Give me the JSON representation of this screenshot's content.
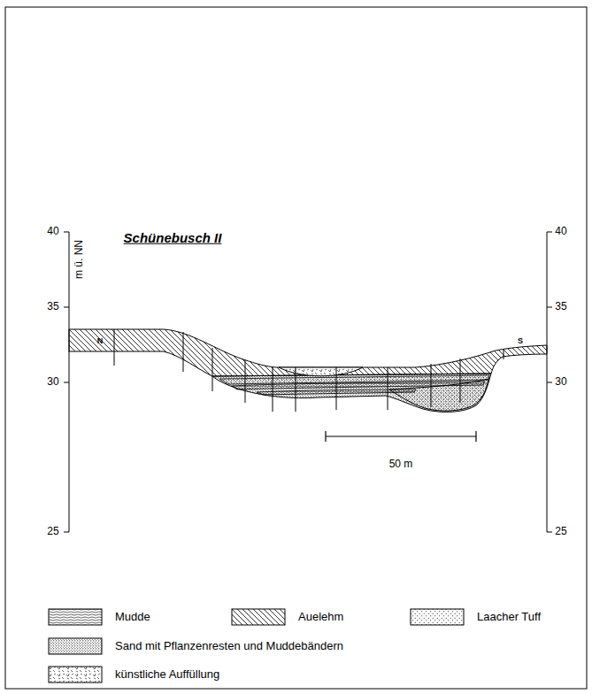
{
  "diagram": {
    "title": "Schünebusch II",
    "labels": [
      "m ü. NN",
      "40",
      "35",
      "30",
      "25",
      "40",
      "35",
      "30",
      "25",
      "N",
      "S",
      "50 m"
    ],
    "legend": [
      {
        "text": "Mudde"
      },
      {
        "text": "Auelehm"
      },
      {
        "text": "Laacher Tuff"
      },
      {
        "text": "Sand mit Pflanzenresten und Muddebändern"
      },
      {
        "text": "künstliche Auffüllung"
      }
    ]
  }
}
